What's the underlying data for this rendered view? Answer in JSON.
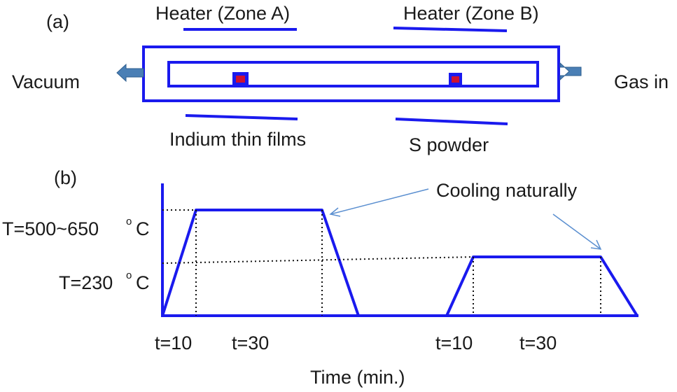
{
  "panel_a": {
    "label": "(a)",
    "heater_a": "Heater (Zone A)",
    "heater_b": "Heater (Zone B)",
    "vacuum": "Vacuum",
    "gas_in": "Gas in",
    "indium": "Indium thin films",
    "s_powder": "S powder"
  },
  "panel_b": {
    "label": "(b)",
    "cooling": "Cooling naturally",
    "t_high": "T=500~650",
    "t_low": "T=230",
    "degree_mark": "o",
    "unit_c": "C",
    "tick_10": "t=10",
    "tick_30": "t=30",
    "xlabel": "Time (min.)"
  },
  "colors": {
    "line": "#1a1aee",
    "sample": "#cc1133",
    "arrow": "#4a7fb5",
    "thin_arrow": "#5b8fd0",
    "text": "#1a1a1a"
  }
}
